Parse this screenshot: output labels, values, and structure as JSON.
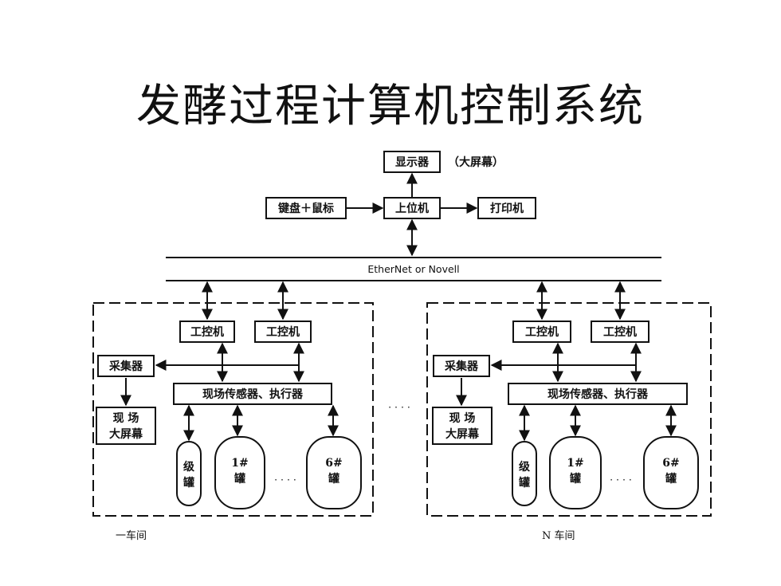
{
  "title": "发酵过程计算机控制系统",
  "top": {
    "display": "显示器",
    "display_note": "（大屏幕）",
    "keyboard": "键盘＋鼠标",
    "host": "上位机",
    "printer": "打印机"
  },
  "network": "EtherNet or Novell",
  "ellipsis": "· · · ·",
  "workshops": [
    {
      "ipc1": "工控机",
      "ipc2": "工控机",
      "collector": "采集器",
      "field_io": "现场传感器、执行器",
      "screen_l1": "现 场",
      "screen_l2": "大屏幕",
      "seed_l1": "级",
      "seed_l2": "罐",
      "tank1_l1": "1#",
      "tank1_l2": "罐",
      "tank6_l1": "6#",
      "tank6_l2": "罐",
      "tank_dots": "· · · ·",
      "caption": "一车间"
    },
    {
      "ipc1": "工控机",
      "ipc2": "工控机",
      "collector": "采集器",
      "field_io": "现场传感器、执行器",
      "screen_l1": "现 场",
      "screen_l2": "大屏幕",
      "seed_l1": "级",
      "seed_l2": "罐",
      "tank1_l1": "1#",
      "tank1_l2": "罐",
      "tank6_l1": "6#",
      "tank6_l2": "罐",
      "tank_dots": "· · · ·",
      "caption": "N 车间"
    }
  ]
}
